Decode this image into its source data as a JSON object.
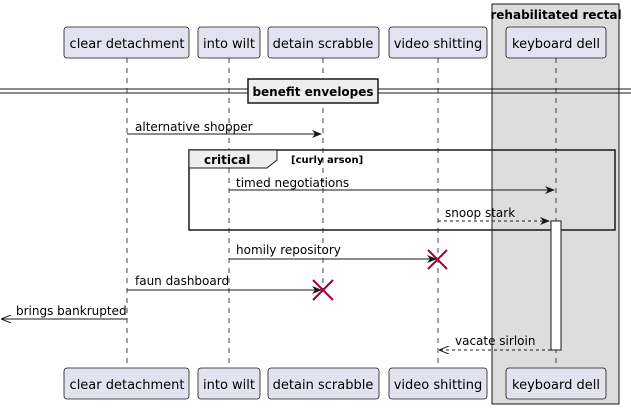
{
  "group_box": {
    "label": "rehabilitated rectal"
  },
  "participants": [
    {
      "id": "p1",
      "label": "clear detachment"
    },
    {
      "id": "p2",
      "label": "into wilt"
    },
    {
      "id": "p3",
      "label": "detain scrabble"
    },
    {
      "id": "p4",
      "label": "video shitting"
    },
    {
      "id": "p5",
      "label": "keyboard dell"
    }
  ],
  "divider": {
    "label": "benefit envelopes"
  },
  "fragment": {
    "keyword": "critical",
    "condition": "[curly arson]"
  },
  "messages": [
    {
      "from": "p1",
      "to": "p3",
      "label": "alternative shopper",
      "style": "solid"
    },
    {
      "from": "p2",
      "to": "p5",
      "label": "timed negotiations",
      "style": "solid"
    },
    {
      "from": "p4",
      "to": "p5",
      "label": "snoop stark",
      "style": "dashed"
    },
    {
      "from": "p2",
      "to": "p4",
      "label": "homily repository",
      "style": "solid",
      "destroy": true
    },
    {
      "from": "p1",
      "to": "p3",
      "label": "faun dashboard",
      "style": "solid",
      "destroy": true
    },
    {
      "from": "p1",
      "to": "left-edge",
      "label": "brings bankrupted",
      "style": "solid"
    },
    {
      "from": "p5",
      "to": "p4",
      "label": "vacate sirloin",
      "style": "dashed"
    }
  ],
  "colors": {
    "participant_fill": "#e2e2f0",
    "participant_border": "#181818",
    "group_fill": "#dddddd",
    "destroy_mark": "#a80036",
    "fragment_header": "#eeeeee",
    "line": "#181818"
  }
}
